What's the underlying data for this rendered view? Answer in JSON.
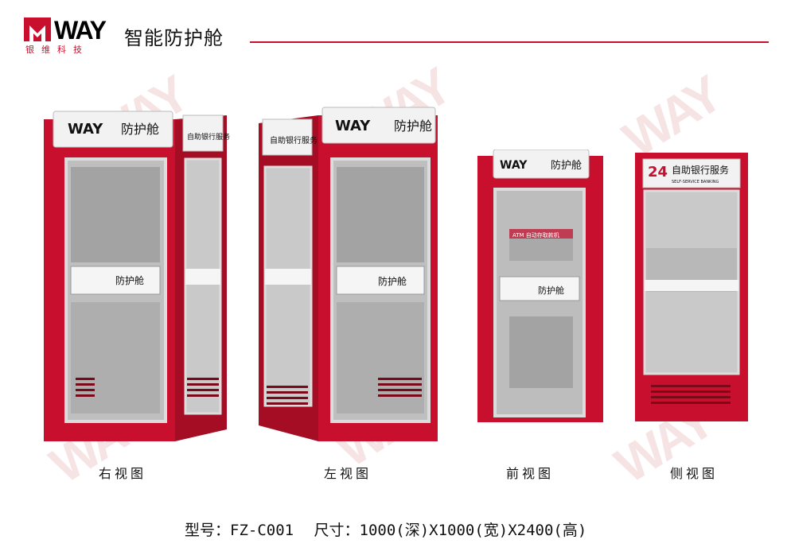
{
  "brand": {
    "logo_text": "WAY",
    "logo_sub": "银维科技",
    "title": "智能防护舱"
  },
  "signs": {
    "brand_panel": "防护舱",
    "service_panel": "自助银行服务",
    "service_sub": "SELF-SERVICE BANKING",
    "hours": "24",
    "atm_label": "ATM 自动存取款机"
  },
  "views": [
    {
      "caption": "右视图"
    },
    {
      "caption": "左视图"
    },
    {
      "caption": "前视图"
    },
    {
      "caption": "侧视图"
    }
  ],
  "spec": {
    "model": "型号：FZ-C001",
    "size": "尺寸：1000(深)X1000(宽)X2400(高)"
  },
  "colors": {
    "frame_red": "#c8102e",
    "rule_red": "#c8102e"
  }
}
